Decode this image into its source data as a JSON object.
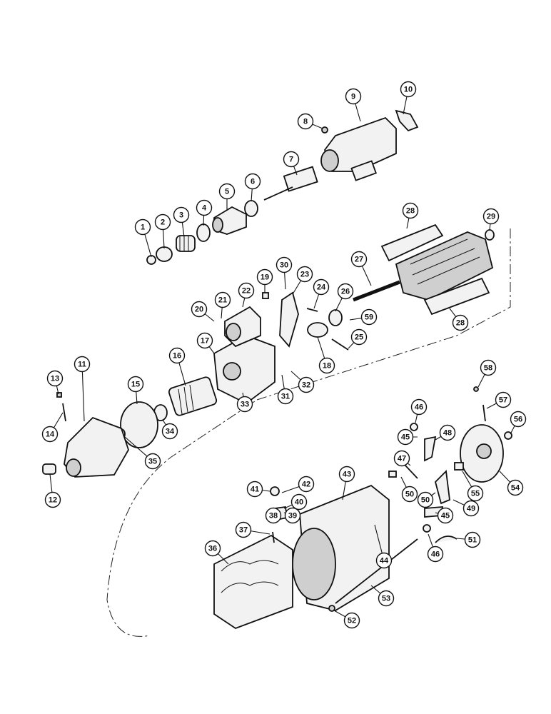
{
  "callouts": [
    "1",
    "2",
    "3",
    "4",
    "5",
    "6",
    "7",
    "8",
    "9",
    "10",
    "11",
    "12",
    "13",
    "14",
    "15",
    "16",
    "17",
    "18",
    "19",
    "20",
    "21",
    "22",
    "23",
    "24",
    "25",
    "26",
    "27",
    "28",
    "28",
    "29",
    "30",
    "31",
    "32",
    "33",
    "34",
    "35",
    "36",
    "37",
    "38",
    "39",
    "40",
    "41",
    "42",
    "43",
    "44",
    "45",
    "45",
    "46",
    "46",
    "47",
    "48",
    "49",
    "50",
    "50",
    "51",
    "52",
    "53",
    "54",
    "55",
    "56",
    "57",
    "58",
    "59"
  ],
  "colors": {
    "ink": "#111111",
    "paper": "#ffffff"
  }
}
